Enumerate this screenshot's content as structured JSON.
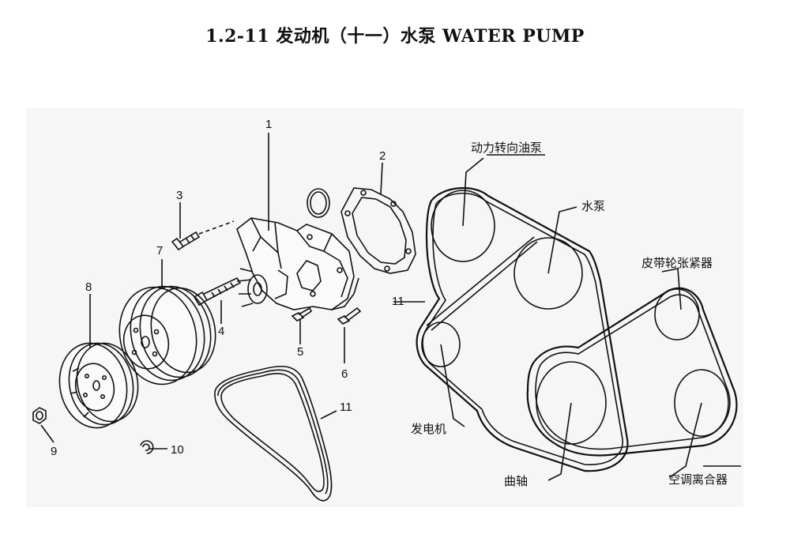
{
  "title": "1.2-11  发动机（十一）水泵 WATER PUMP",
  "callouts": {
    "c1": "1",
    "c2": "2",
    "c3": "3",
    "c4": "4",
    "c5": "5",
    "c6": "6",
    "c7": "7",
    "c8": "8",
    "c9": "9",
    "c10": "10",
    "c11a": "11",
    "c11b": "11"
  },
  "belt_labels": {
    "power_steering_pump": "动力转向油泵",
    "water_pump": "水泵",
    "belt_tensioner": "皮带轮张紧器",
    "alternator": "发电机",
    "crankshaft": "曲轴",
    "ac_clutch": "空调离合器"
  }
}
